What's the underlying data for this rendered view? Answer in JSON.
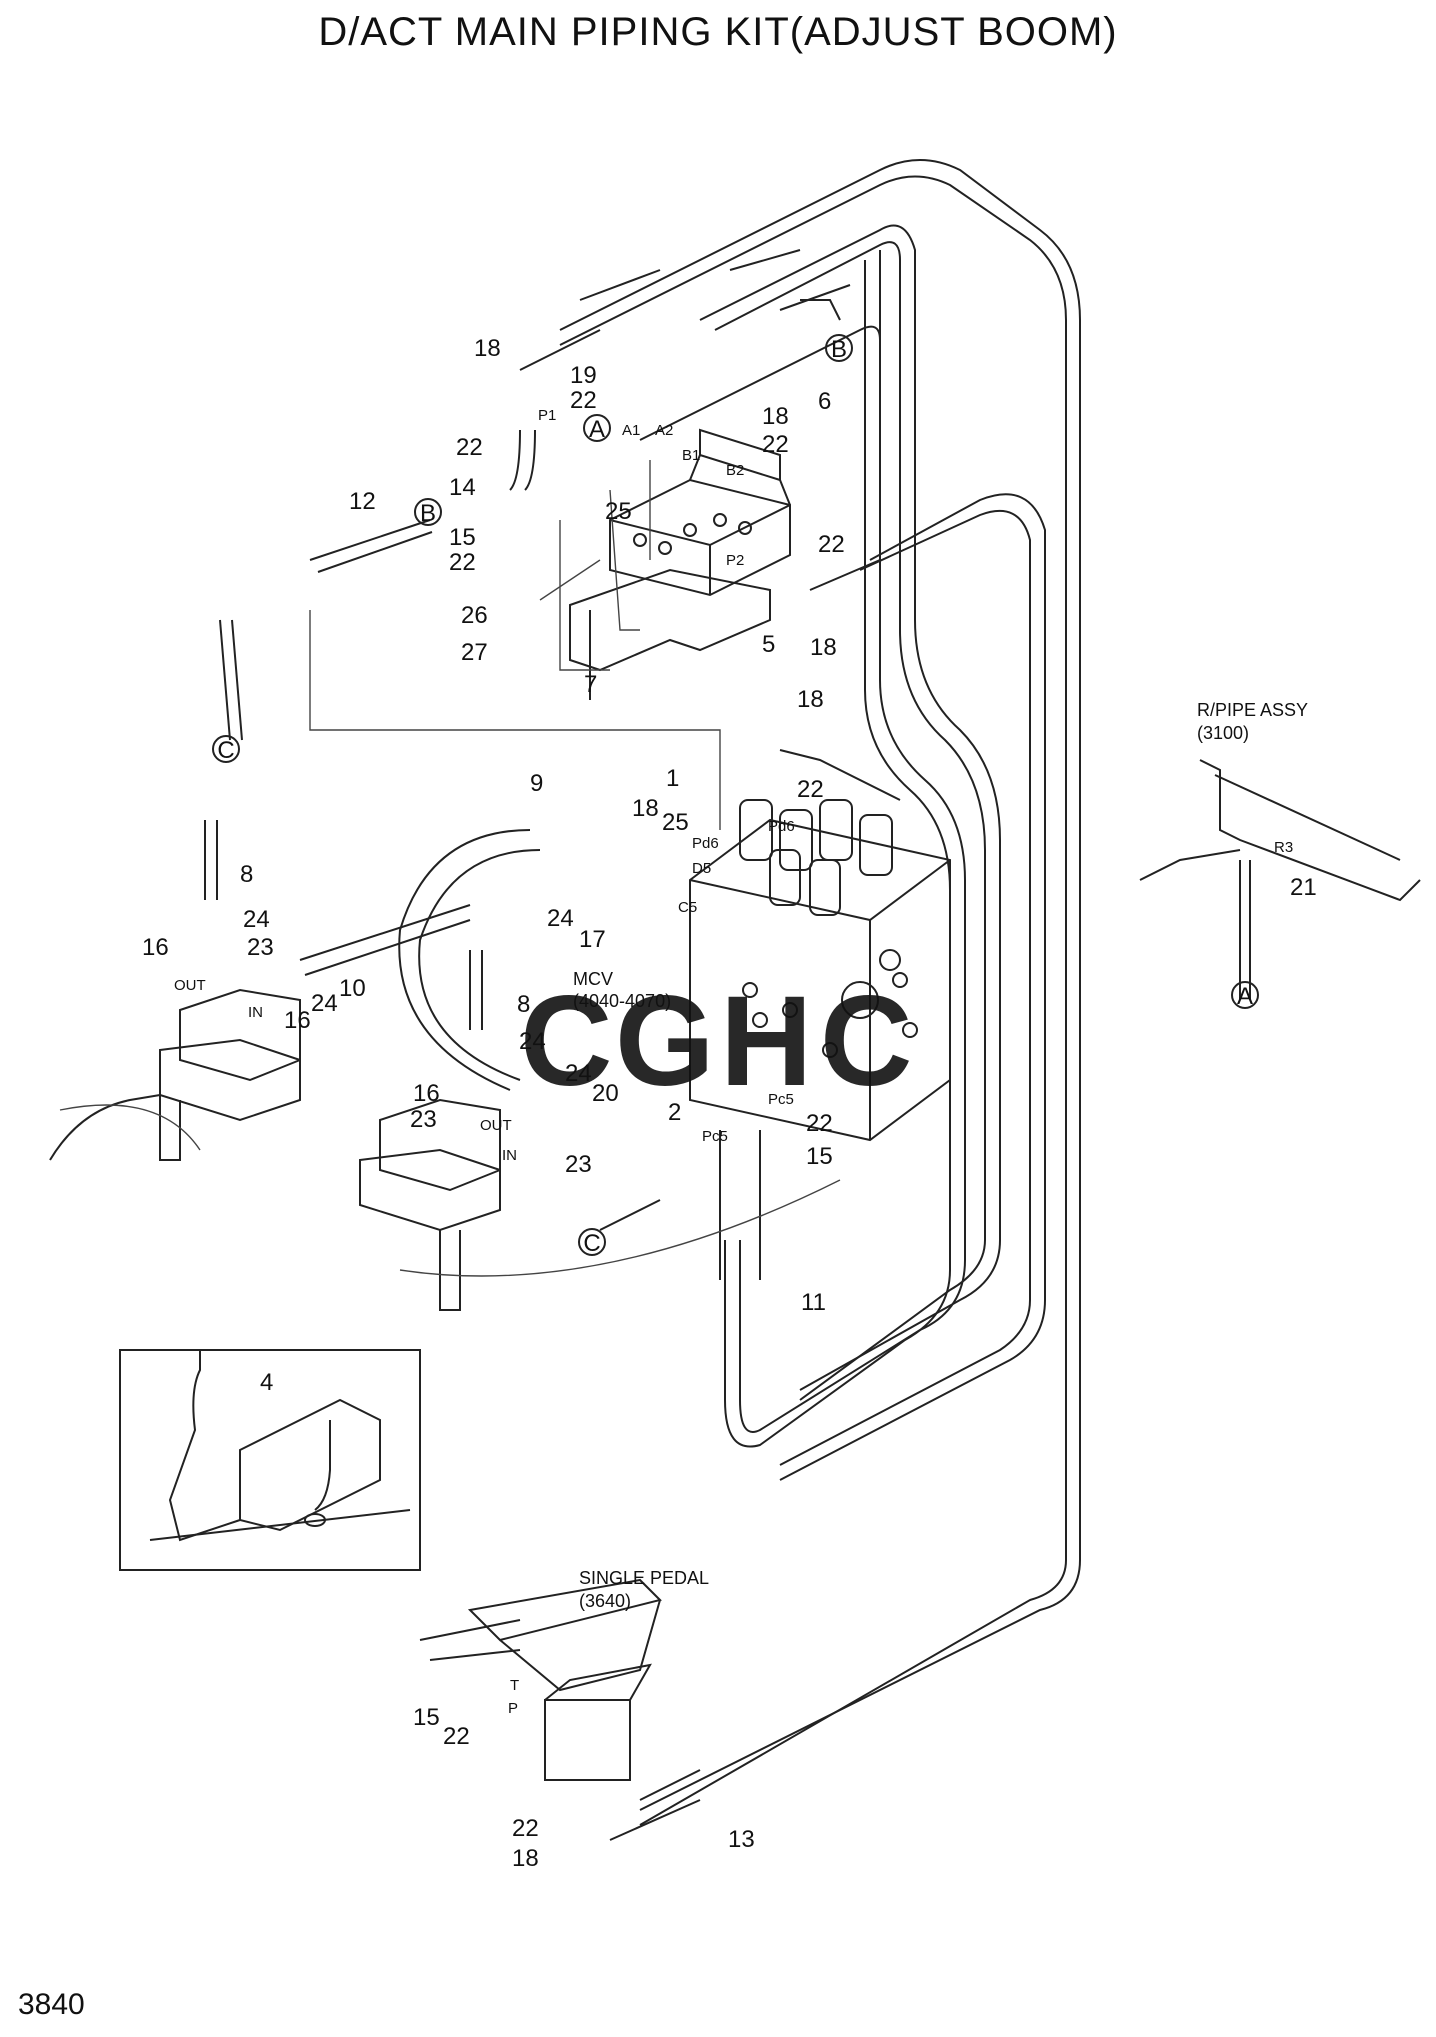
{
  "title": "D/ACT MAIN PIPING KIT(ADJUST BOOM)",
  "page_number": "3840",
  "callouts": {
    "n1": "1",
    "n2": "2",
    "n4": "4",
    "n5": "5",
    "n6": "6",
    "n7": "7",
    "n8a": "8",
    "n8b": "8",
    "n9": "9",
    "n10": "10",
    "n11": "11",
    "n12": "12",
    "n13": "13",
    "n14": "14",
    "n15a": "15",
    "n15b": "15",
    "n15c": "15",
    "n16a": "16",
    "n16b": "16",
    "n16c": "16",
    "n17": "17",
    "n18a": "18",
    "n18b": "18",
    "n18c": "18",
    "n18d": "18",
    "n18e": "18",
    "n18f": "18",
    "n19": "19",
    "n20": "20",
    "n21": "21",
    "n22a": "22",
    "n22b": "22",
    "n22c": "22",
    "n22d": "22",
    "n22e": "22",
    "n22f": "22",
    "n22g": "22",
    "n22h": "22",
    "n22i": "22",
    "n23a": "23",
    "n23b": "23",
    "n23c": "23",
    "n24a": "24",
    "n24b": "24",
    "n24c": "24",
    "n24d": "24",
    "n24e": "24",
    "n25a": "25",
    "n25b": "25",
    "n26": "26",
    "n27": "27"
  },
  "markers": {
    "a1": "A",
    "a2": "A",
    "b1": "B",
    "b2": "B",
    "c1": "C",
    "c2": "C"
  },
  "port_labels": {
    "p1": "P1",
    "a1": "A1",
    "a2": "A2",
    "b1": "B1",
    "b2": "B2",
    "p2": "P2",
    "pd6a": "Pd6",
    "pd6b": "Pd6",
    "d5": "D5",
    "c5": "C5",
    "pc5a": "Pc5",
    "pc5b": "Pc5",
    "out1": "OUT",
    "in1": "IN",
    "out2": "OUT",
    "in2": "IN",
    "r3": "R3",
    "t": "T",
    "p": "P"
  },
  "references": {
    "mcv": "MCV",
    "mcv_range": "(4040-4070)",
    "rpipe": "R/PIPE ASSY",
    "rpipe_num": "(3100)",
    "pedal": "SINGLE PEDAL",
    "pedal_num": "(3640)"
  },
  "watermark": {
    "text": "CGHC",
    "letters": [
      "C",
      "G",
      "H",
      "C"
    ],
    "colors": [
      "#4a8ff0",
      "#f07a72",
      "#f2c94c",
      "#45b07a"
    ]
  }
}
